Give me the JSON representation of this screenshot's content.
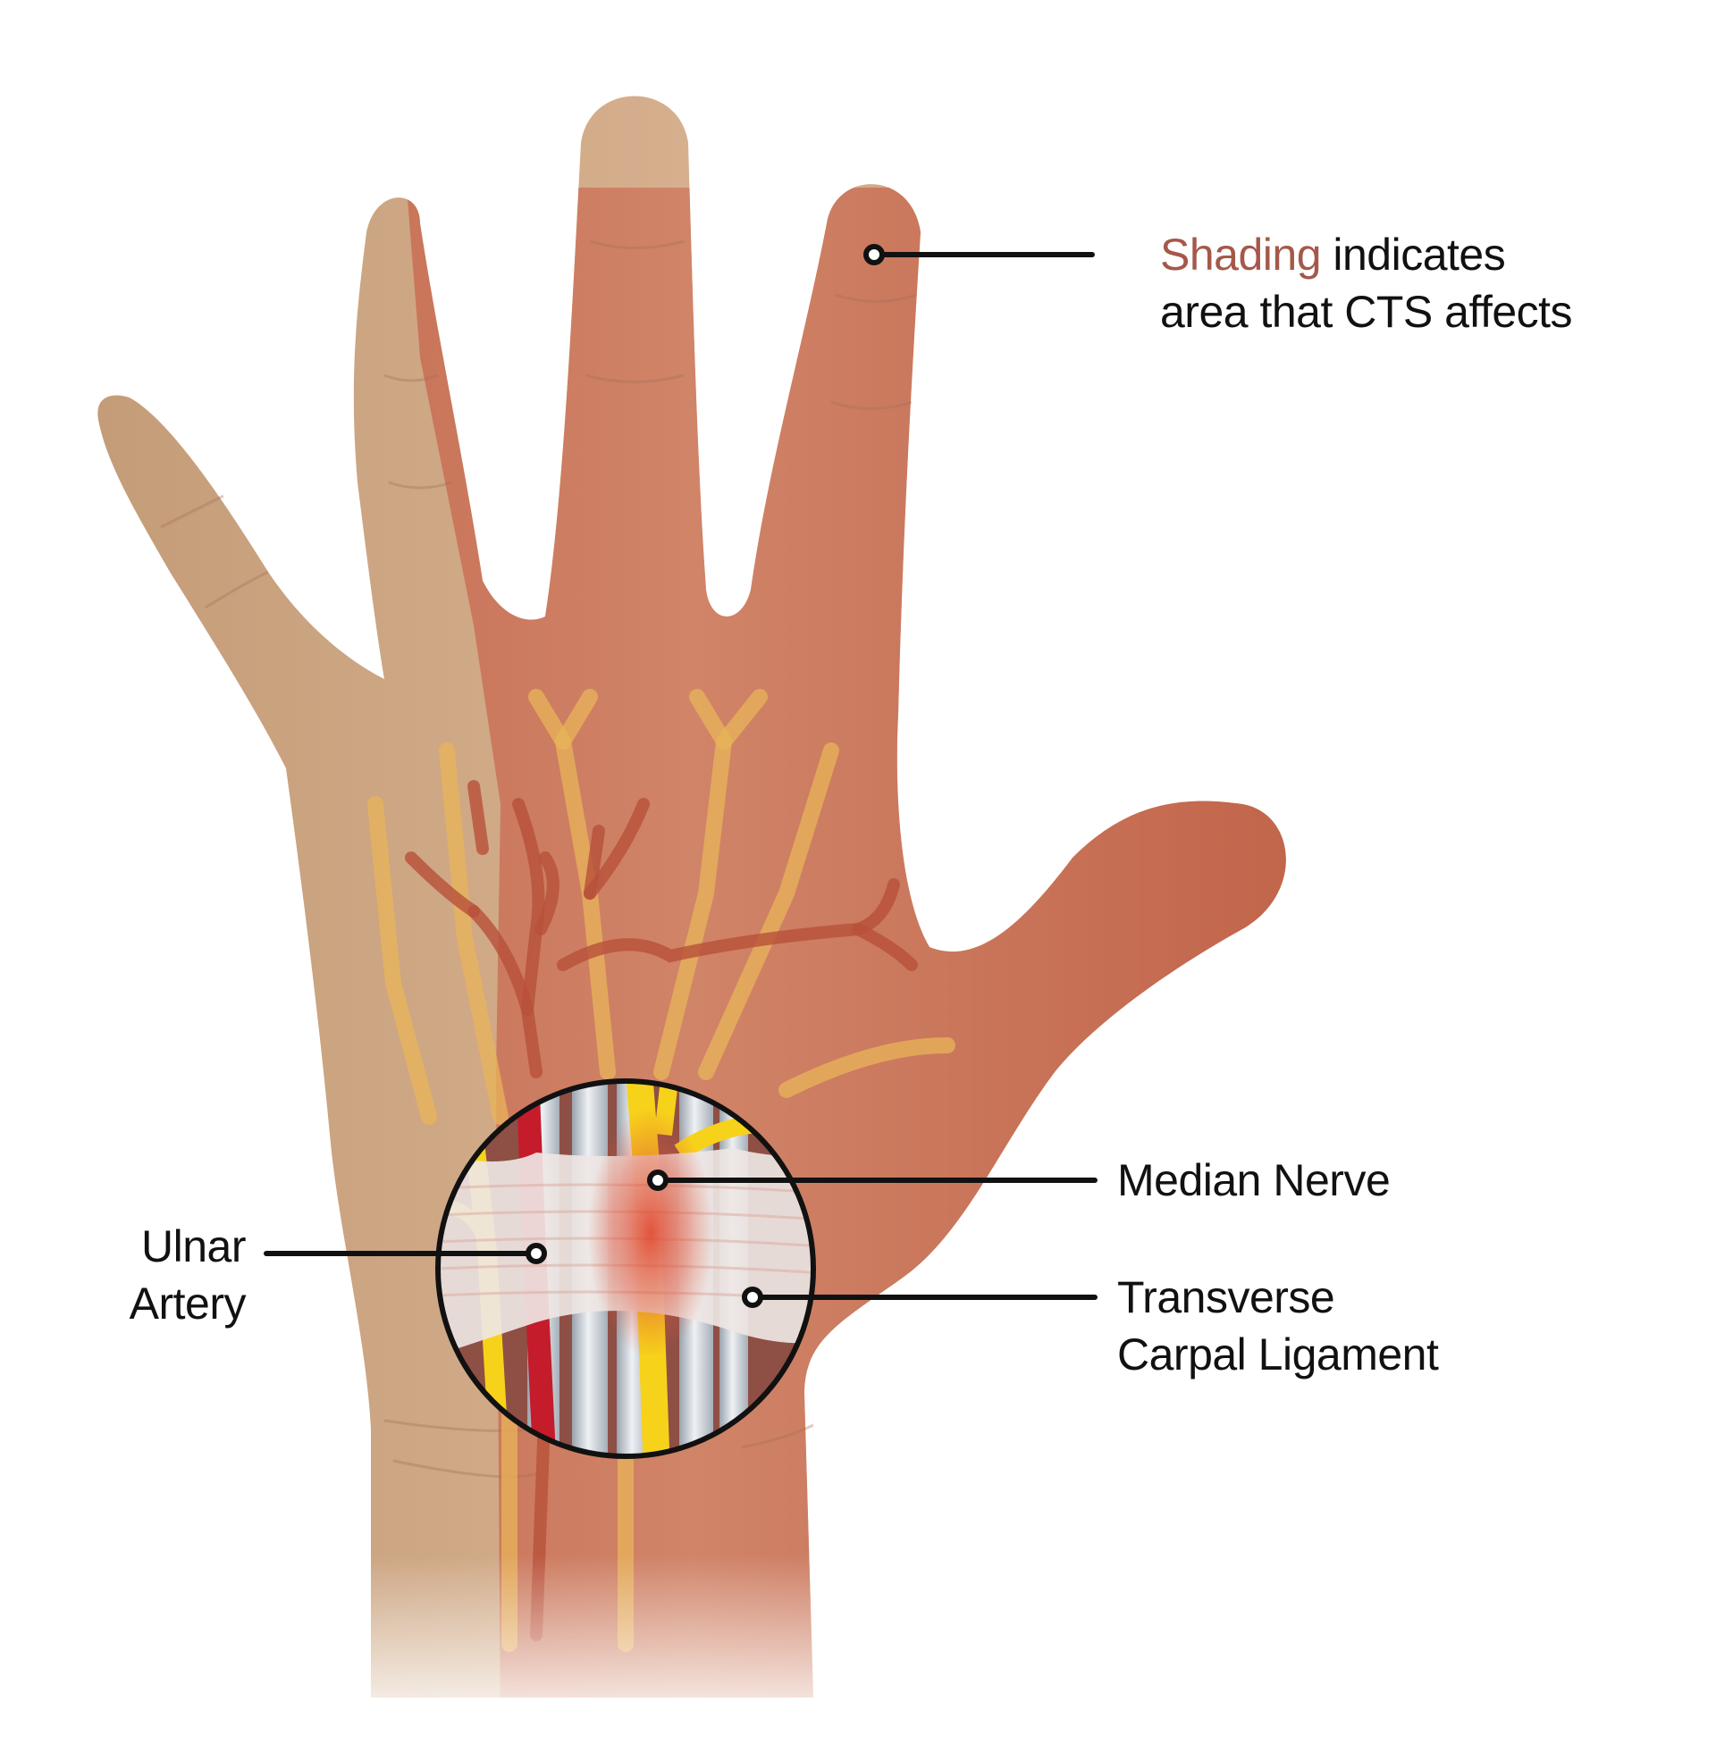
{
  "diagram": {
    "subject": "Carpal tunnel syndrome (CTS) – palmar view of right hand",
    "colors": {
      "background": "#ffffff",
      "skin_unaffected": "#d2aa86",
      "skin_affected": "#cd7a5f",
      "shading_accent_text": "#a5584a",
      "nerve_yellow": "#f7d21a",
      "nerve_faded": "#e8b45a",
      "artery_red": "#c41c2a",
      "tendon_gray": "#c9ced6",
      "ligament_white": "#eee6e4",
      "inflammation_red": "#e0553a",
      "tunnel_bg": "#8e4f45",
      "leader_line": "#111111"
    }
  },
  "legend": {
    "highlight_word": "Shading",
    "line1_rest": " indicates",
    "line2": "area that CTS affects"
  },
  "labels": {
    "median_nerve": "Median Nerve",
    "transverse_line1": "Transverse",
    "transverse_line2": "Carpal Ligament",
    "ulnar_line1": "Ulnar",
    "ulnar_line2": "Artery"
  }
}
